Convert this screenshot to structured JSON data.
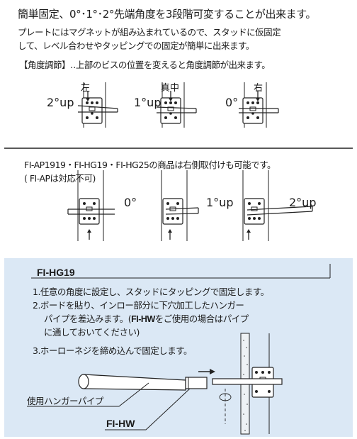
{
  "top": {
    "line1": "簡単固定、0°･1°･2°先端角度を3段階可変することが出来ます。",
    "line2": "プレートにはマグネットが組み込まれているので、スタッドに仮固定",
    "line3": "して、レベル合わせやタッピングでの固定が簡単に出来ます。",
    "line4": "【角度調節】‥上部のビスの位置を変えると角度調節が出来ます。",
    "labels": {
      "left": "左",
      "center": "真中",
      "right": "右"
    },
    "angles": [
      "2°up",
      "1°up",
      "0°"
    ]
  },
  "middle": {
    "line1": "FI-AP1919・FI-HG19・FI-HG25の商品は右側取付けも可能です。",
    "line2": "( FI-APは対応不可)",
    "angles": [
      "0°",
      "1°up",
      "2°up"
    ]
  },
  "bottom": {
    "title": "FI-HG19",
    "steps": [
      "1.任意の角度に設定し、スタッドにタッピングで固定します。",
      "2.ボードを貼り、インロー部分に下穴加工したハンガー",
      "パイプを差込みます。(",
      "FI-HW",
      "をご使用の場合はパイプ",
      "に通しておいてください)",
      "3.ホーローネジを締め込んで固定します。"
    ],
    "pipe_label": "使用ハンガーパイプ",
    "hw_label": "FI-HW"
  }
}
